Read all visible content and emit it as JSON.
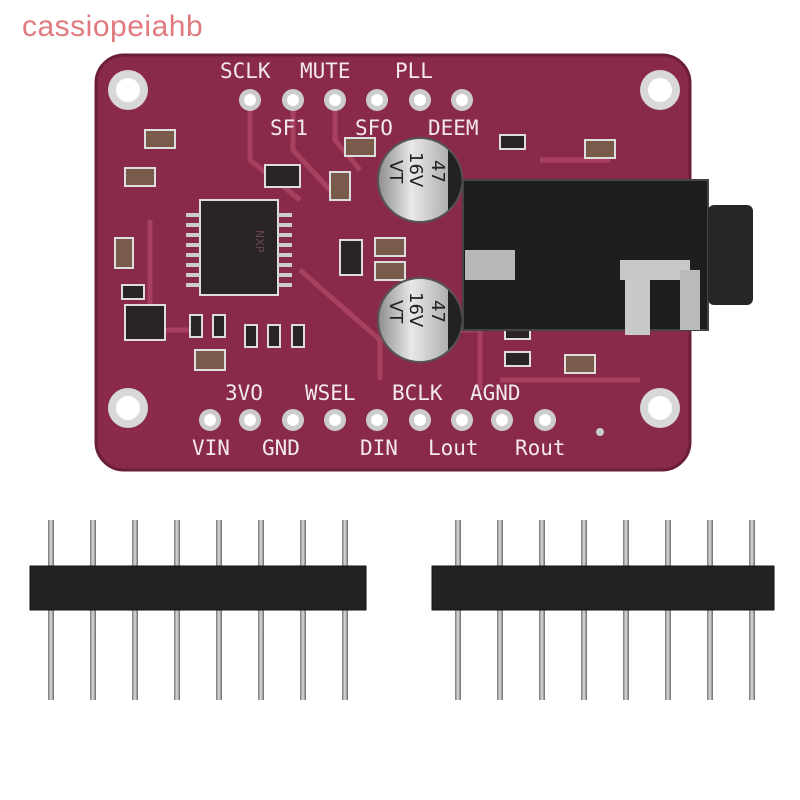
{
  "watermark": "cassiopeiahb",
  "board": {
    "color": "#8a2a4a",
    "top_labels_row1": [
      "SCLK",
      "MUTE",
      "PLL"
    ],
    "top_labels_row2": [
      "SF1",
      "SFO",
      "DEEM"
    ],
    "bottom_labels_row1": [
      "3VO",
      "WSEL",
      "BCLK",
      "AGND"
    ],
    "bottom_labels_row2": [
      "VIN",
      "GND",
      "DIN",
      "Lout",
      "Rout"
    ],
    "chip_brand": "NXP",
    "capacitor_text": [
      "47",
      "16V",
      "VT"
    ]
  },
  "pin_headers": {
    "count": 2,
    "pins_each": 8
  }
}
